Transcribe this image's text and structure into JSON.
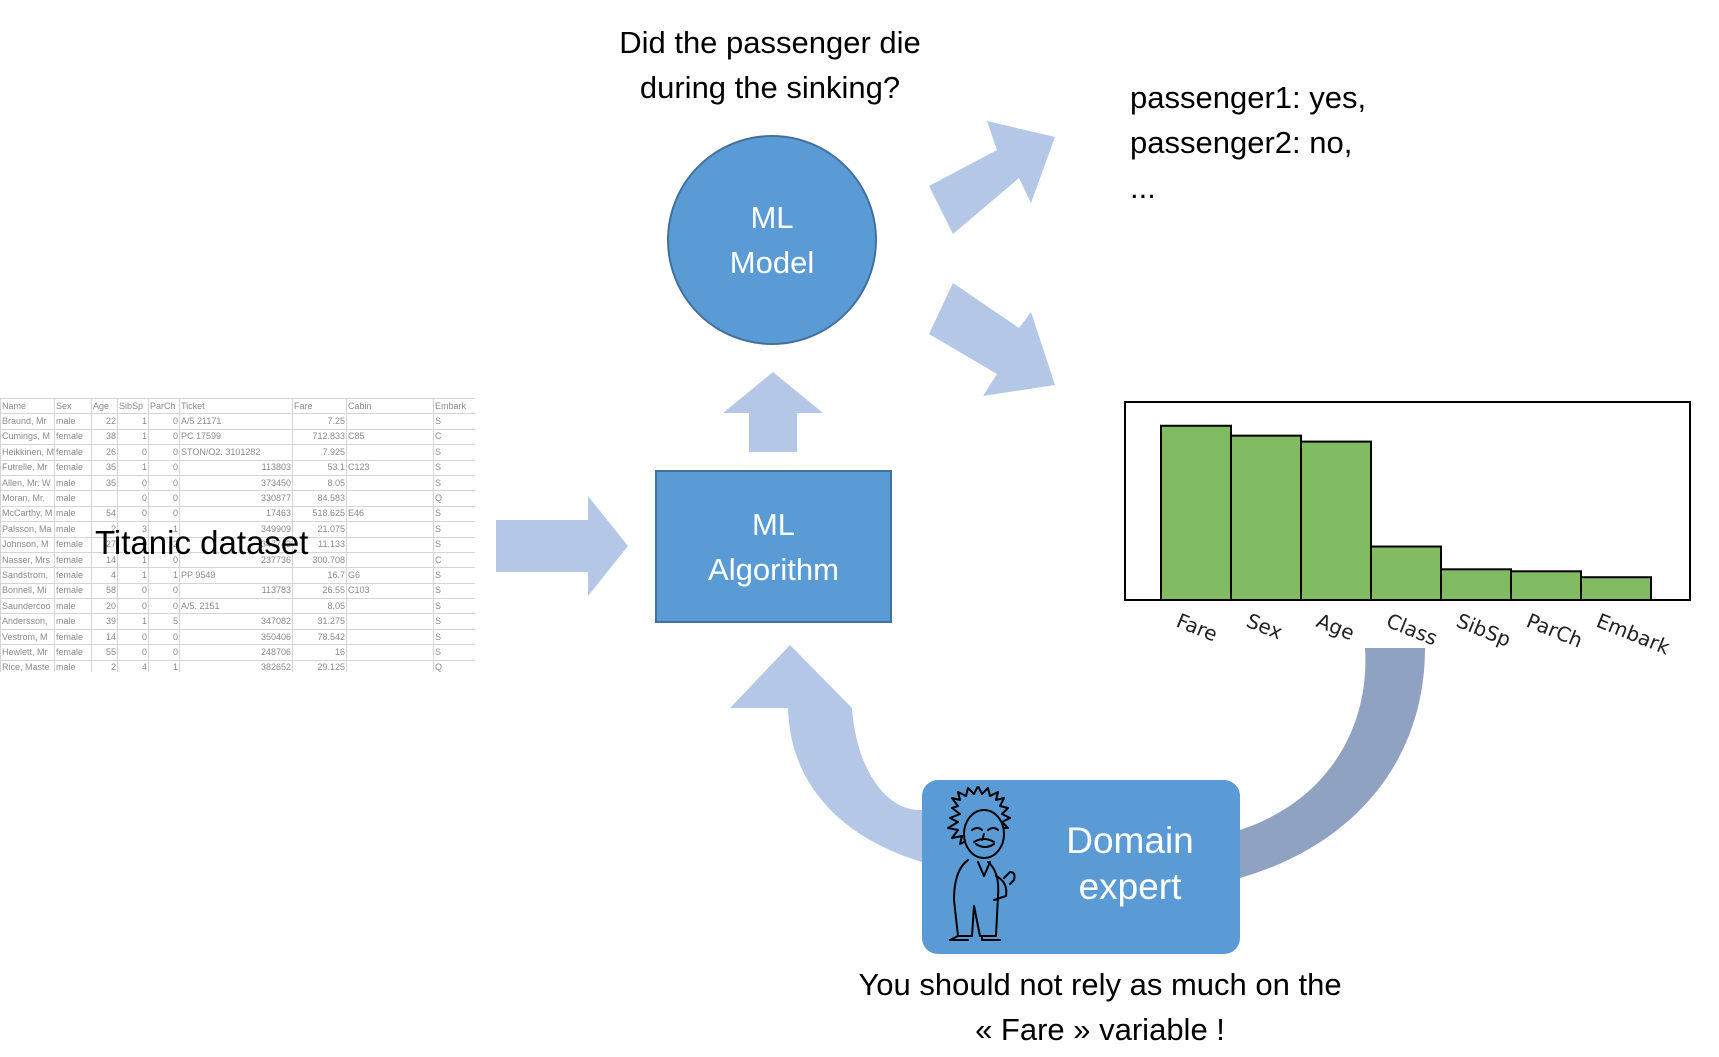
{
  "question": {
    "line1": "Did the passenger die",
    "line2": "during the sinking?"
  },
  "predictions": {
    "line1": "passenger1: yes,",
    "line2": "passenger2: no,",
    "line3": "..."
  },
  "ml_model": {
    "line1": "ML",
    "line2": "Model"
  },
  "ml_algorithm": {
    "line1": "ML",
    "line2": "Algorithm"
  },
  "dataset_label": "Titanic dataset",
  "domain_expert": {
    "line1": "Domain",
    "line2": "expert"
  },
  "advice": {
    "line1": "You should not rely as much on the",
    "line2": "« Fare » variable !"
  },
  "colors": {
    "node_fill": "#5b9bd5",
    "node_border": "#41719c",
    "arrow": "#b4c7e7",
    "feedback_arrow": "#8fa2c1",
    "bar_fill": "#82bc62"
  },
  "spreadsheet": {
    "headers": [
      "Name",
      "Sex",
      "Age",
      "SibSp",
      "ParCh",
      "Ticket",
      "Fare",
      "Cabin",
      "Embark"
    ],
    "rows": [
      [
        "Braund, Mr",
        "male",
        "22",
        "1",
        "0",
        "A/5 21171",
        "7.25",
        "",
        "S"
      ],
      [
        "Cumings, M",
        "female",
        "38",
        "1",
        "0",
        "PC 17599",
        "712.833",
        "C85",
        "C"
      ],
      [
        "Heikkinen, M",
        "female",
        "26",
        "0",
        "0",
        "STON/O2. 3101282",
        "7.925",
        "",
        "S"
      ],
      [
        "Futrelle, Mr",
        "female",
        "35",
        "1",
        "0",
        "113803",
        "53.1",
        "C123",
        "S"
      ],
      [
        "Allen, Mr. W",
        "male",
        "35",
        "0",
        "0",
        "373450",
        "8.05",
        "",
        "S"
      ],
      [
        "Moran, Mr.",
        "male",
        "",
        "0",
        "0",
        "330877",
        "84.583",
        "",
        "Q"
      ],
      [
        "McCarthy, M",
        "male",
        "54",
        "0",
        "0",
        "17463",
        "518.625",
        "E46",
        "S"
      ],
      [
        "Palsson, Ma",
        "male",
        "2",
        "3",
        "1",
        "349909",
        "21.075",
        "",
        "S"
      ],
      [
        "Johnson, M",
        "female",
        "27",
        "0",
        "2",
        "347742",
        "11.133",
        "",
        "S"
      ],
      [
        "Nasser, Mrs",
        "female",
        "14",
        "1",
        "0",
        "237736",
        "300.708",
        "",
        "C"
      ],
      [
        "Sandstrom,",
        "female",
        "4",
        "1",
        "1",
        "PP 9549",
        "16.7",
        "G6",
        "S"
      ],
      [
        "Bonnell, Mi",
        "female",
        "58",
        "0",
        "0",
        "113783",
        "26.55",
        "C103",
        "S"
      ],
      [
        "Saundercoo",
        "male",
        "20",
        "0",
        "0",
        "A/5. 2151",
        "8.05",
        "",
        "S"
      ],
      [
        "Andersson,",
        "male",
        "39",
        "1",
        "5",
        "347082",
        "31.275",
        "",
        "S"
      ],
      [
        "Vestrom, M",
        "female",
        "14",
        "0",
        "0",
        "350406",
        "78.542",
        "",
        "S"
      ],
      [
        "Hewlett, Mr",
        "female",
        "55",
        "0",
        "0",
        "248706",
        "16",
        "",
        "S"
      ],
      [
        "Rice, Maste",
        "male",
        "2",
        "4",
        "1",
        "382652",
        "29.125",
        "",
        "Q"
      ]
    ]
  },
  "chart_data": {
    "type": "bar",
    "categories": [
      "Fare",
      "Sex",
      "Age",
      "Class",
      "SibSp",
      "ParCh",
      "Embark"
    ],
    "values": [
      0.88,
      0.83,
      0.8,
      0.27,
      0.155,
      0.145,
      0.115
    ],
    "ylim": [
      0,
      1
    ],
    "grid": false
  }
}
